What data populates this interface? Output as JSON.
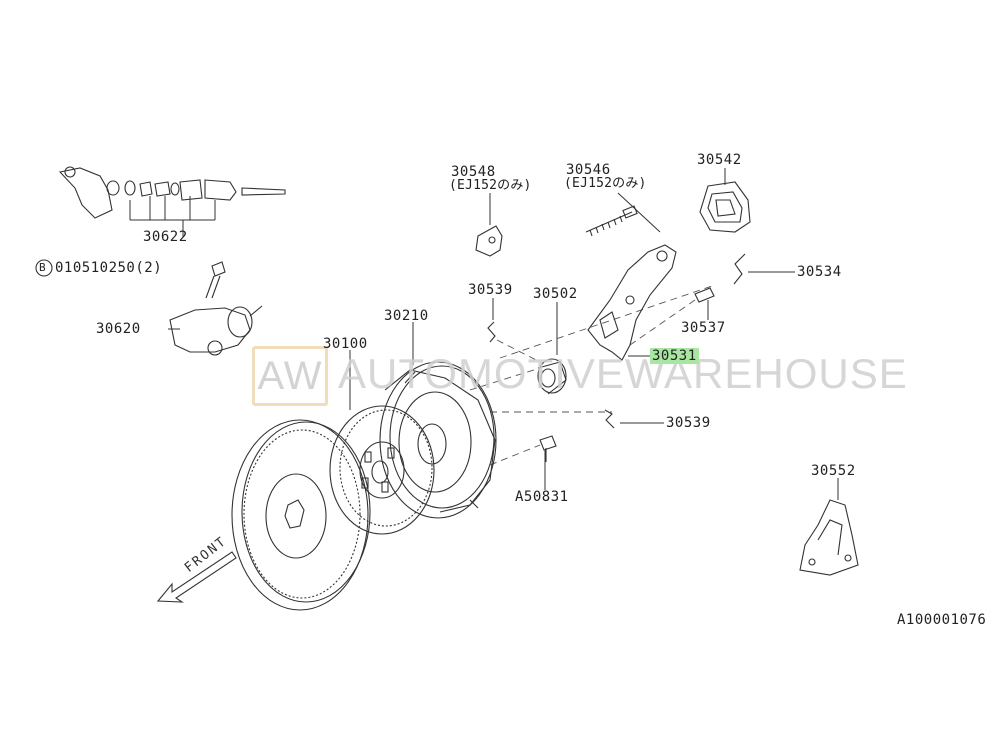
{
  "parts": {
    "p30548": "30548",
    "p30548_note": "(EJ152のみ)",
    "p30546": "30546",
    "p30546_note": "(EJ152のみ)",
    "p30542": "30542",
    "p30534": "30534",
    "p30537": "30537",
    "p30531": "30531",
    "p30539_top": "30539",
    "p30539_bottom": "30539",
    "p30502": "30502",
    "p30210": "30210",
    "p30100": "30100",
    "p30622": "30622",
    "p30620": "30620",
    "bolt_code": "010510250(2)",
    "bolt_marker": "B",
    "pA50831": "A50831",
    "p30552": "30552"
  },
  "front_label": "FRONT",
  "diagram_id": "A100001076",
  "watermark": {
    "logo": "AW",
    "text": "AUTOMOTIVEWAREHOUSE",
    "logo_color": "#f0d9b5",
    "text_color": "#cfcfcf"
  },
  "highlight_color": "#a8e6a1"
}
